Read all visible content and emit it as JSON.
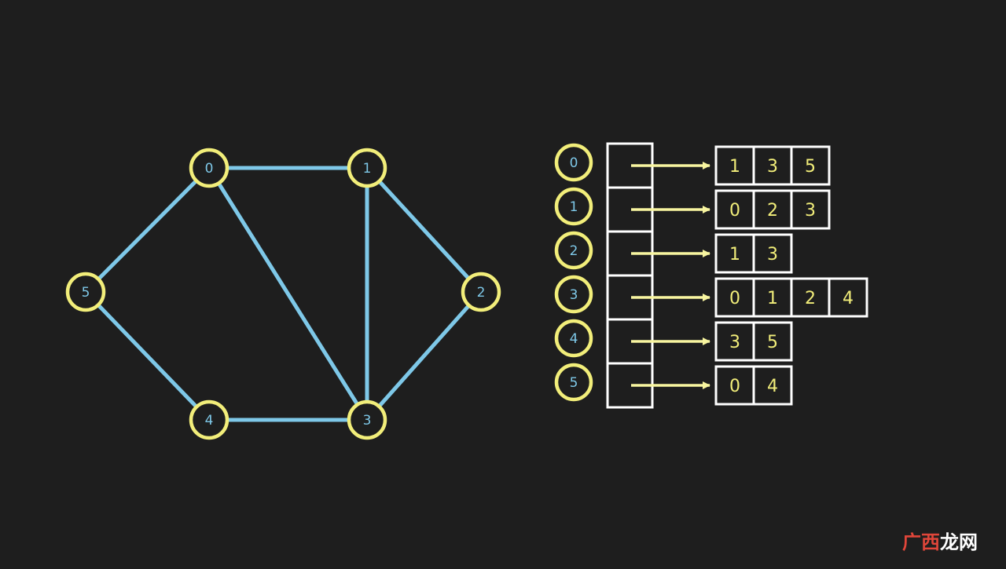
{
  "colors": {
    "background": "#1e1e1e",
    "edge": "#7ec8e8",
    "node_ring": "#f2ee7a",
    "node_label": "#7ec8e8",
    "adj_index_label": "#7ec8e8",
    "cell_label": "#f2ee7a",
    "arrow": "#f8f5a0",
    "box_stroke": "#ffffff",
    "watermark_red": "#e0463a",
    "watermark_white": "#ffffff"
  },
  "graph": {
    "nodes": [
      {
        "id": "0",
        "label": "0"
      },
      {
        "id": "1",
        "label": "1"
      },
      {
        "id": "2",
        "label": "2"
      },
      {
        "id": "3",
        "label": "3"
      },
      {
        "id": "4",
        "label": "4"
      },
      {
        "id": "5",
        "label": "5"
      }
    ],
    "edges": [
      [
        "0",
        "1"
      ],
      [
        "0",
        "3"
      ],
      [
        "0",
        "5"
      ],
      [
        "1",
        "2"
      ],
      [
        "1",
        "3"
      ],
      [
        "2",
        "3"
      ],
      [
        "3",
        "4"
      ],
      [
        "4",
        "5"
      ]
    ]
  },
  "adjacency_list": [
    {
      "vertex": "0",
      "neighbors": [
        "1",
        "3",
        "5"
      ]
    },
    {
      "vertex": "1",
      "neighbors": [
        "0",
        "2",
        "3"
      ]
    },
    {
      "vertex": "2",
      "neighbors": [
        "1",
        "3"
      ]
    },
    {
      "vertex": "3",
      "neighbors": [
        "0",
        "1",
        "2",
        "4"
      ]
    },
    {
      "vertex": "4",
      "neighbors": [
        "3",
        "5"
      ]
    },
    {
      "vertex": "5",
      "neighbors": [
        "0",
        "4"
      ]
    }
  ],
  "watermark": {
    "part1": "广西",
    "part2": "龙网"
  }
}
